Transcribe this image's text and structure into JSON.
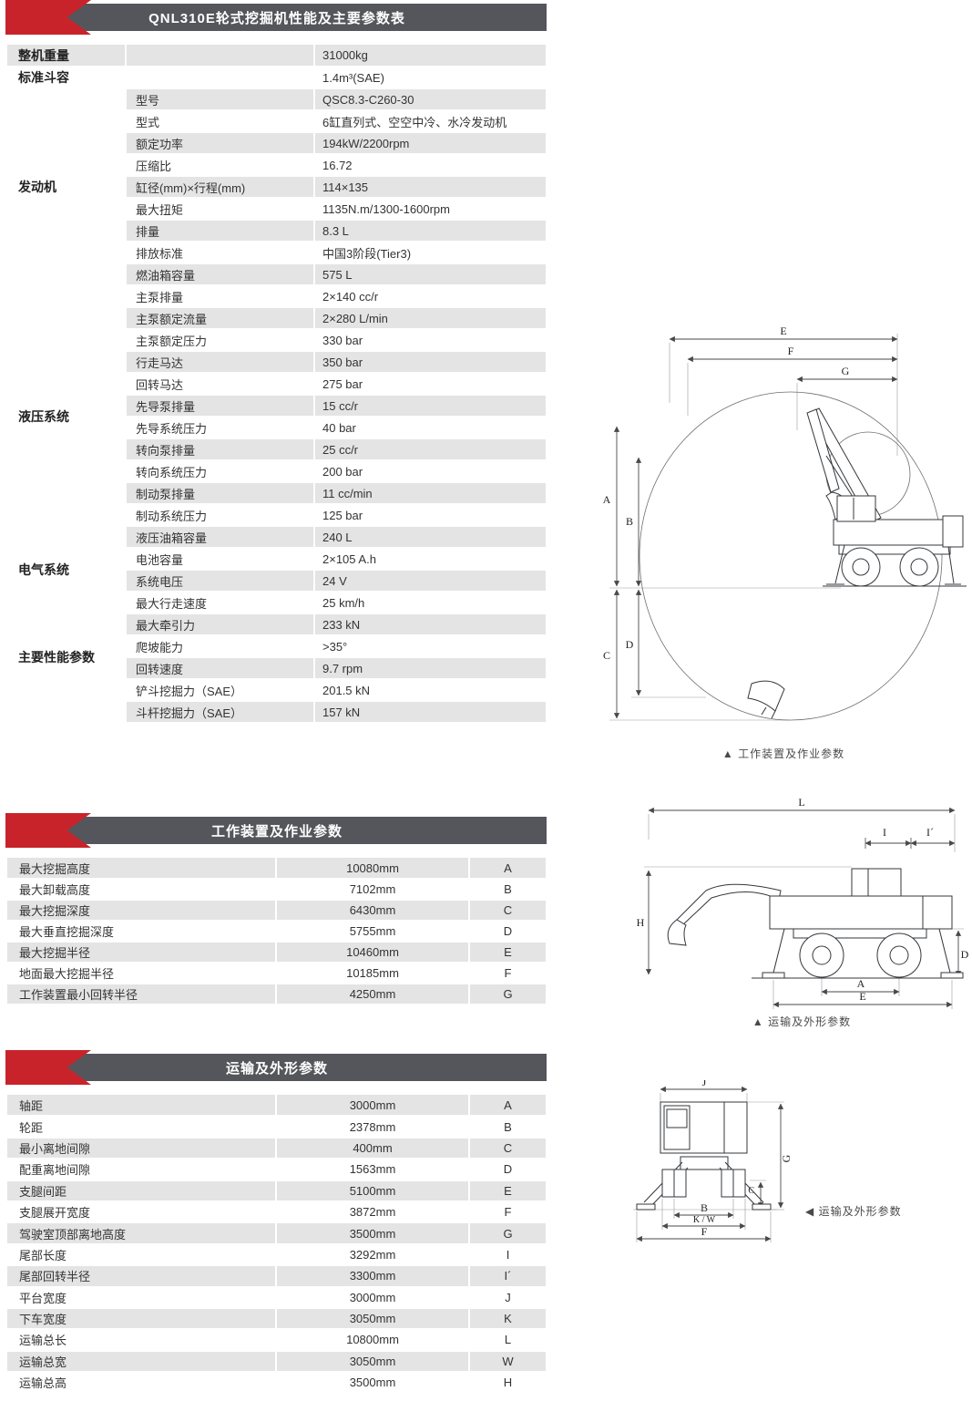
{
  "header": {
    "title": "QNL310E轮式挖掘机性能及主要参数表"
  },
  "spec_table": {
    "groups": [
      {
        "category": "整机重量",
        "rows": [
          {
            "label": "",
            "value": "31000kg"
          }
        ]
      },
      {
        "category": "标准斗容",
        "rows": [
          {
            "label": "",
            "value": "1.4m³(SAE)"
          }
        ]
      },
      {
        "category": "发动机",
        "rows": [
          {
            "label": "型号",
            "value": "QSC8.3-C260-30"
          },
          {
            "label": "型式",
            "value": "6缸直列式、空空中冷、水冷发动机"
          },
          {
            "label": "额定功率",
            "value": "194kW/2200rpm"
          },
          {
            "label": "压缩比",
            "value": "16.72"
          },
          {
            "label": "缸径(mm)×行程(mm)",
            "value": "114×135"
          },
          {
            "label": "最大扭矩",
            "value": "1135N.m/1300-1600rpm"
          },
          {
            "label": "排量",
            "value": "8.3 L"
          },
          {
            "label": "排放标准",
            "value": "中国3阶段(Tier3)"
          },
          {
            "label": "燃油箱容量",
            "value": "575 L"
          }
        ]
      },
      {
        "category": "液压系统",
        "rows": [
          {
            "label": "主泵排量",
            "value": "2×140 cc/r"
          },
          {
            "label": "主泵额定流量",
            "value": "2×280 L/min"
          },
          {
            "label": "主泵额定压力",
            "value": "330 bar"
          },
          {
            "label": "行走马达",
            "value": "350 bar"
          },
          {
            "label": "回转马达",
            "value": "275 bar"
          },
          {
            "label": "先导泵排量",
            "value": "15 cc/r"
          },
          {
            "label": "先导系统压力",
            "value": "40 bar"
          },
          {
            "label": "转向泵排量",
            "value": "25 cc/r"
          },
          {
            "label": "转向系统压力",
            "value": "200 bar"
          },
          {
            "label": "制动泵排量",
            "value": "11 cc/min"
          },
          {
            "label": "制动系统压力",
            "value": "125 bar"
          },
          {
            "label": "液压油箱容量",
            "value": "240 L"
          }
        ]
      },
      {
        "category": "电气系统",
        "rows": [
          {
            "label": "电池容量",
            "value": "2×105 A.h"
          },
          {
            "label": "系统电压",
            "value": "24 V"
          }
        ]
      },
      {
        "category": "主要性能参数",
        "rows": [
          {
            "label": "最大行走速度",
            "value": "25 km/h"
          },
          {
            "label": "最大牵引力",
            "value": "233 kN"
          },
          {
            "label": "爬坡能力",
            "value": ">35°"
          },
          {
            "label": "回转速度",
            "value": "9.7 rpm"
          },
          {
            "label": "铲斗挖掘力（SAE）",
            "value": "201.5 kN"
          },
          {
            "label": "斗杆挖掘力（SAE）",
            "value": "157 kN"
          }
        ]
      }
    ]
  },
  "working_section": {
    "title": "工作装置及作业参数",
    "caption": "▲ 工作装置及作业参数",
    "rows": [
      {
        "label": "最大挖掘高度",
        "value": "10080mm",
        "code": "A"
      },
      {
        "label": "最大卸载高度",
        "value": "7102mm",
        "code": "B"
      },
      {
        "label": "最大挖掘深度",
        "value": "6430mm",
        "code": "C"
      },
      {
        "label": "最大垂直挖掘深度",
        "value": "5755mm",
        "code": "D"
      },
      {
        "label": "最大挖掘半径",
        "value": "10460mm",
        "code": "E"
      },
      {
        "label": "地面最大挖掘半径",
        "value": "10185mm",
        "code": "F"
      },
      {
        "label": "工作装置最小回转半径",
        "value": "4250mm",
        "code": "G"
      }
    ]
  },
  "transport_section": {
    "title": "运输及外形参数",
    "caption_side": "▲ 运输及外形参数",
    "caption_rear": "◀ 运输及外形参数",
    "rows": [
      {
        "label": "轴距",
        "value": "3000mm",
        "code": "A"
      },
      {
        "label": "轮距",
        "value": "2378mm",
        "code": "B"
      },
      {
        "label": "最小离地间隙",
        "value": "400mm",
        "code": "C"
      },
      {
        "label": "配重离地间隙",
        "value": "1563mm",
        "code": "D"
      },
      {
        "label": "支腿间距",
        "value": "5100mm",
        "code": "E"
      },
      {
        "label": "支腿展开宽度",
        "value": "3872mm",
        "code": "F"
      },
      {
        "label": "驾驶室顶部离地高度",
        "value": "3500mm",
        "code": "G"
      },
      {
        "label": "尾部长度",
        "value": "3292mm",
        "code": "I"
      },
      {
        "label": "尾部回转半径",
        "value": "3300mm",
        "code": "I´"
      },
      {
        "label": "平台宽度",
        "value": "3000mm",
        "code": "J"
      },
      {
        "label": "下车宽度",
        "value": "3050mm",
        "code": "K"
      },
      {
        "label": "运输总长",
        "value": "10800mm",
        "code": "L"
      },
      {
        "label": "运输总宽",
        "value": "3050mm",
        "code": "W"
      },
      {
        "label": "运输总高",
        "value": "3500mm",
        "code": "H"
      }
    ]
  },
  "diagrams": {
    "envelope": {
      "labels": {
        "e": "E",
        "f": "F",
        "g": "G",
        "a": "A",
        "b": "B",
        "c": "C",
        "d": "D"
      }
    },
    "side": {
      "labels": {
        "l": "L",
        "i": "I",
        "i2": "I´",
        "h": "H",
        "d": "D",
        "a": "A",
        "e": "E"
      }
    },
    "rear": {
      "labels": {
        "j": "J",
        "g": "G",
        "c": "C",
        "b": "B",
        "kw": "K / W",
        "f": "F"
      }
    }
  },
  "colors": {
    "accent_red": "#C8232B",
    "bar_gray": "#55565B",
    "row_gray": "#E4E4E4"
  }
}
